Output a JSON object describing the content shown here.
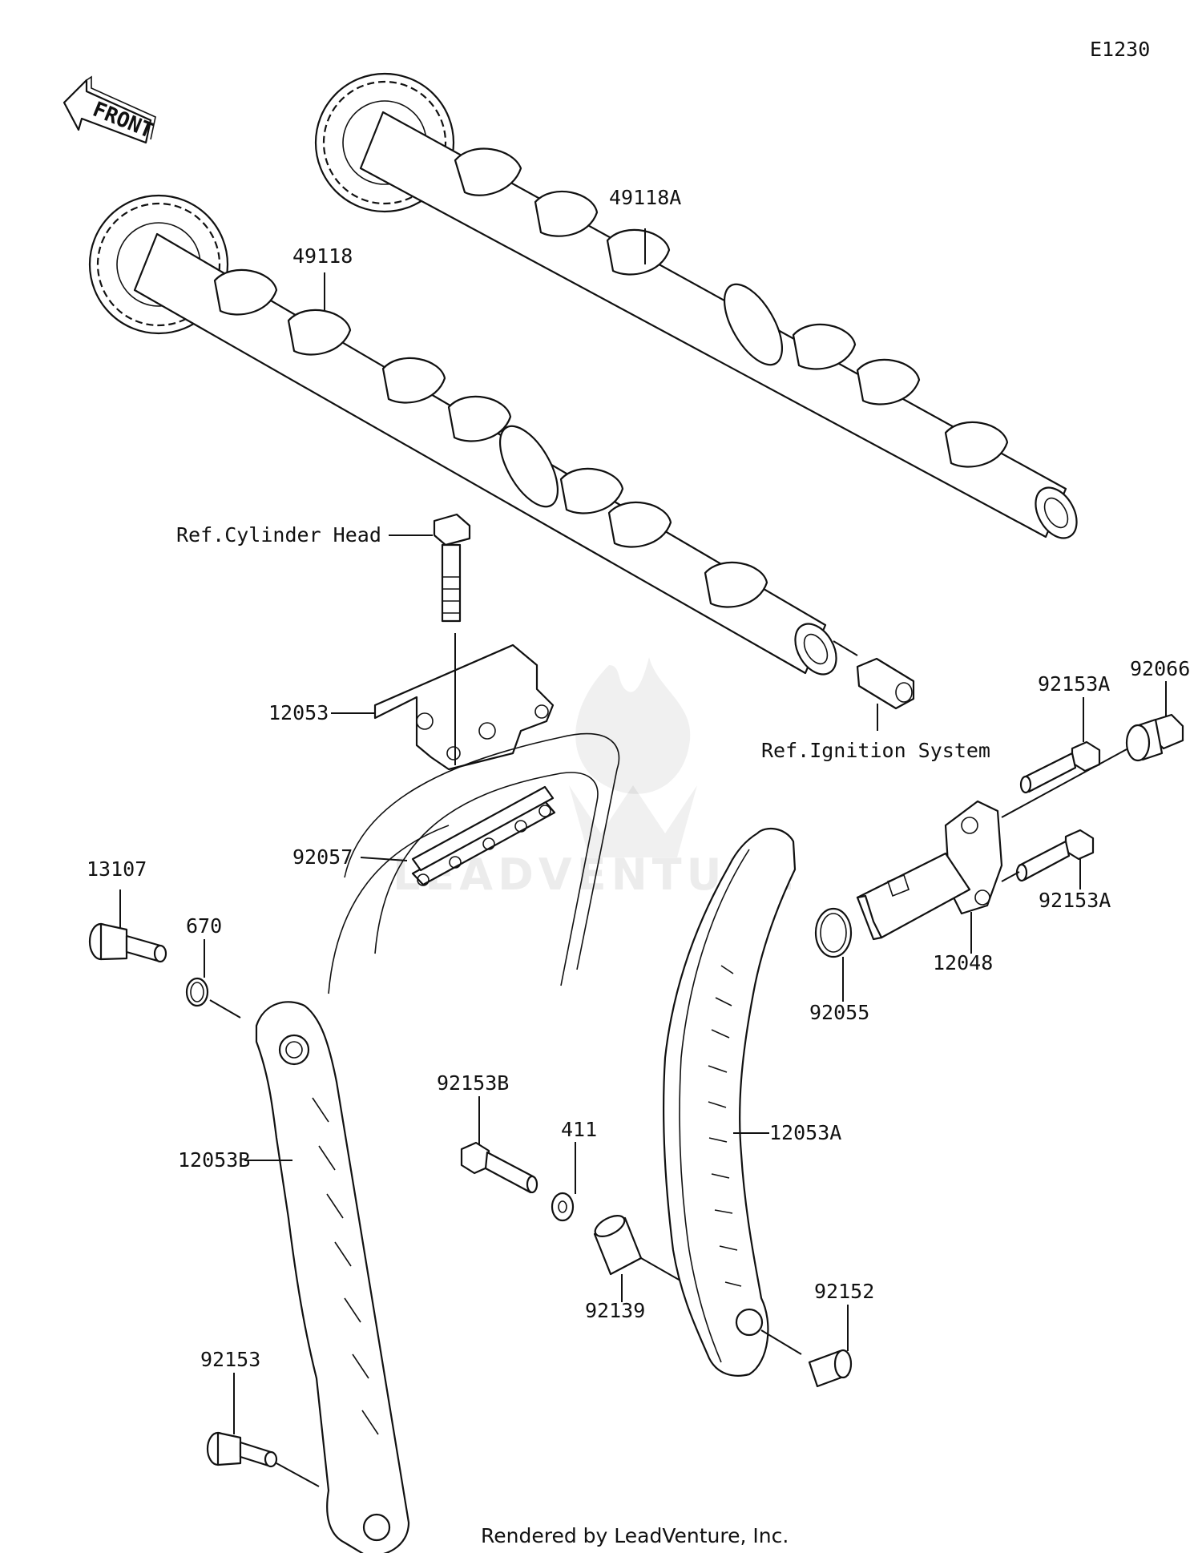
{
  "diagram_code": "E1230",
  "front_arrow": {
    "text": "FRONT",
    "icon": "front-direction-arrow-icon"
  },
  "callouts": {
    "p49118A": "49118A",
    "p49118": "49118",
    "ref_cylinder_head": "Ref.Cylinder Head",
    "p12053": "12053",
    "ref_ignition": "Ref.Ignition System",
    "p92153A_top": "92153A",
    "p92066": "92066",
    "p92057": "92057",
    "p13107": "13107",
    "p670": "670",
    "p12048": "12048",
    "p92153A_bottom": "92153A",
    "p92055": "92055",
    "p92153B": "92153B",
    "p411": "411",
    "p12053A": "12053A",
    "p12053B": "12053B",
    "p92139": "92139",
    "p92152": "92152",
    "p92153": "92153"
  },
  "watermark": "LEADVENTURE",
  "footer": "Rendered by LeadVenture, Inc."
}
